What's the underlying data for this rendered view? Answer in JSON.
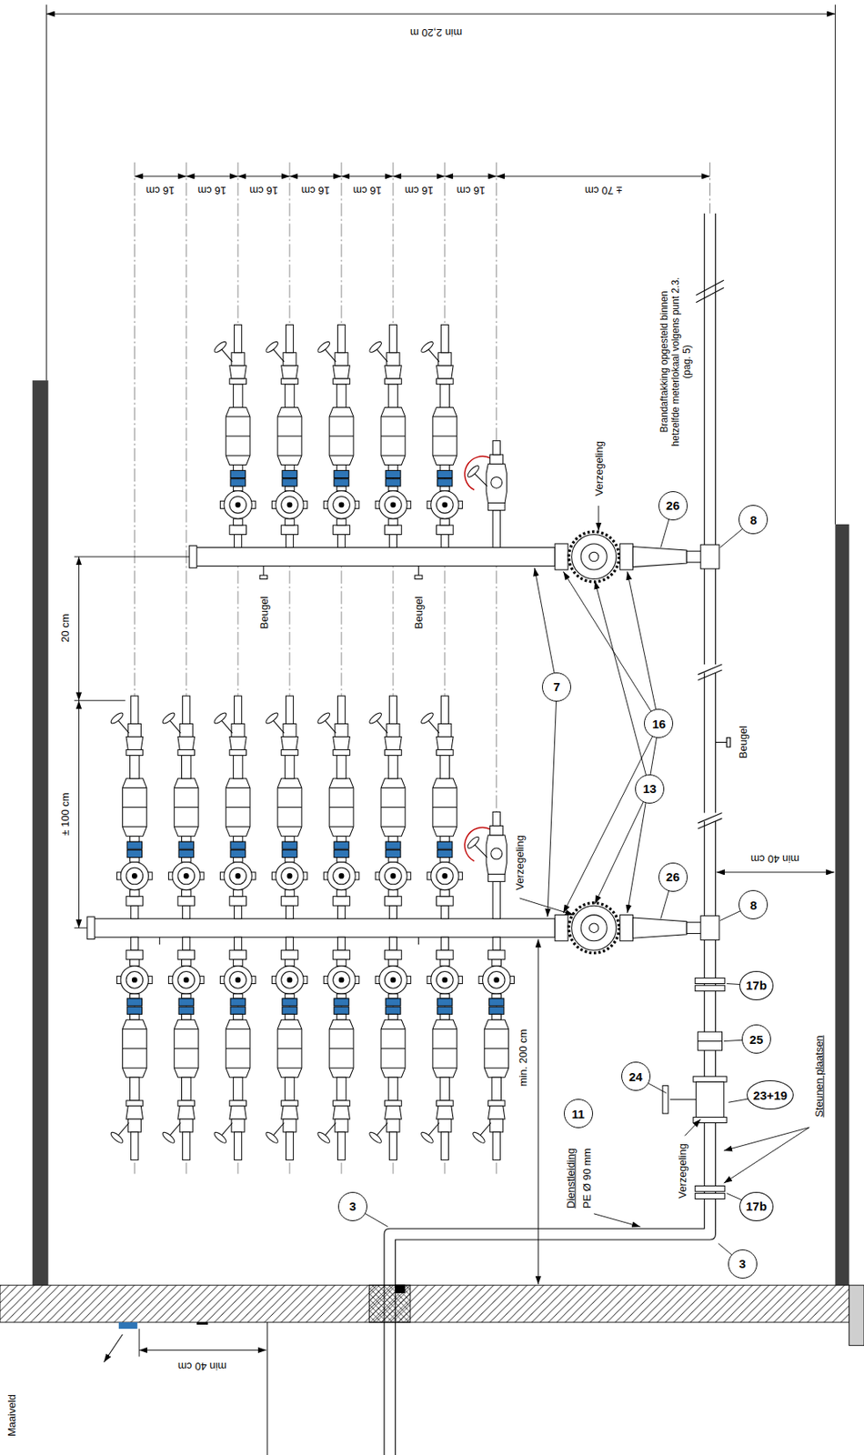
{
  "diagram": {
    "nodes": [
      {
        "text": [
          "3"
        ]
      },
      {
        "text": [
          "3"
        ]
      },
      {
        "text": [
          "11"
        ]
      },
      {
        "text": [
          "24"
        ]
      },
      {
        "text": [
          "17b"
        ]
      },
      {
        "text": [
          "17b"
        ]
      },
      {
        "text": [
          "25"
        ]
      },
      {
        "text": [
          "23+19"
        ]
      },
      {
        "text": [
          "26"
        ]
      },
      {
        "text": [
          "26"
        ]
      },
      {
        "text": [
          "8"
        ]
      },
      {
        "text": [
          "8"
        ]
      },
      {
        "text": [
          "7"
        ]
      },
      {
        "text": [
          "16"
        ]
      },
      {
        "text": [
          "13"
        ]
      }
    ],
    "labels": [
      "min 2,20 m",
      "16 cm",
      "16 cm",
      "16 cm",
      "16 cm",
      "16 cm",
      "16 cm",
      "16 cm",
      "± 70 cm",
      "20 cm",
      "± 100 cm",
      "Beugel",
      "Beugel",
      "Beugel",
      "Verzegeling",
      "Verzegeling",
      "Verzegeling",
      "Brandaftakking opgesteld binnen hetzelfde meterlokaal volgens punt 2.3. (pag. 5)",
      "Dienstleiding",
      "PE Ø 90 mm",
      "min. 200 cm",
      "min 40 cm",
      "Steunen plaatsen",
      "min 40 cm",
      "Maaiveld"
    ]
  }
}
